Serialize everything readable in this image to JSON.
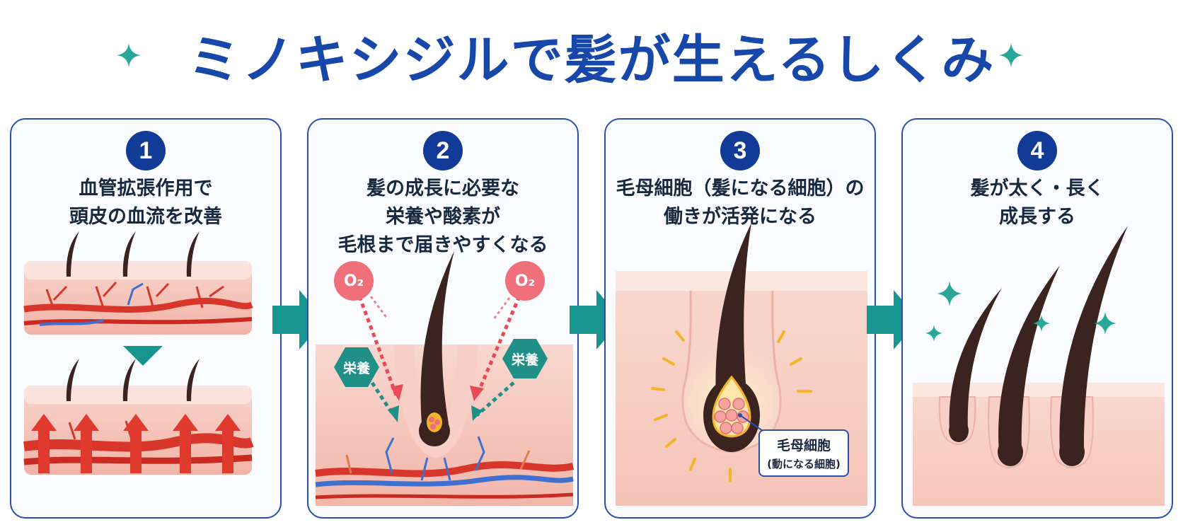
{
  "title": "ミノキシジルで髪が生えるしくみ",
  "colors": {
    "title": "#1747a8",
    "panel_border": "#2a4fb0",
    "number_circle": "#123b97",
    "arrow": "#17958f",
    "sparkle": "#2aa79b",
    "skin": "#f6c9bf",
    "vessel_red": "#d8352b",
    "vessel_blue": "#3f6fcf",
    "hair": "#3b2320",
    "oxygen": "#ef6f7a",
    "nutrient": "#1f8f88",
    "glow": "#f3b42a"
  },
  "steps": [
    {
      "number": "1",
      "caption": [
        "血管拡張作用で",
        "頭皮の血流を改善"
      ]
    },
    {
      "number": "2",
      "caption": [
        "髪の成長に必要な",
        "栄養や酸素が",
        "毛根まで届きやすくなる"
      ]
    },
    {
      "number": "3",
      "caption": [
        "毛母細胞（髪になる細胞）の",
        "働きが活発になる"
      ]
    },
    {
      "number": "4",
      "caption": [
        "髪が太く・長く",
        "成長する"
      ]
    }
  ],
  "badges": {
    "oxygen": [
      "O₂",
      "O₂"
    ],
    "nutrient": [
      "栄養",
      "栄養"
    ]
  },
  "cell_label": {
    "line1": "毛母細胞",
    "line2": "(動になる細胞)"
  },
  "icons": [
    "sparkle-icon",
    "arrow-right-icon",
    "down-triangle-icon"
  ]
}
